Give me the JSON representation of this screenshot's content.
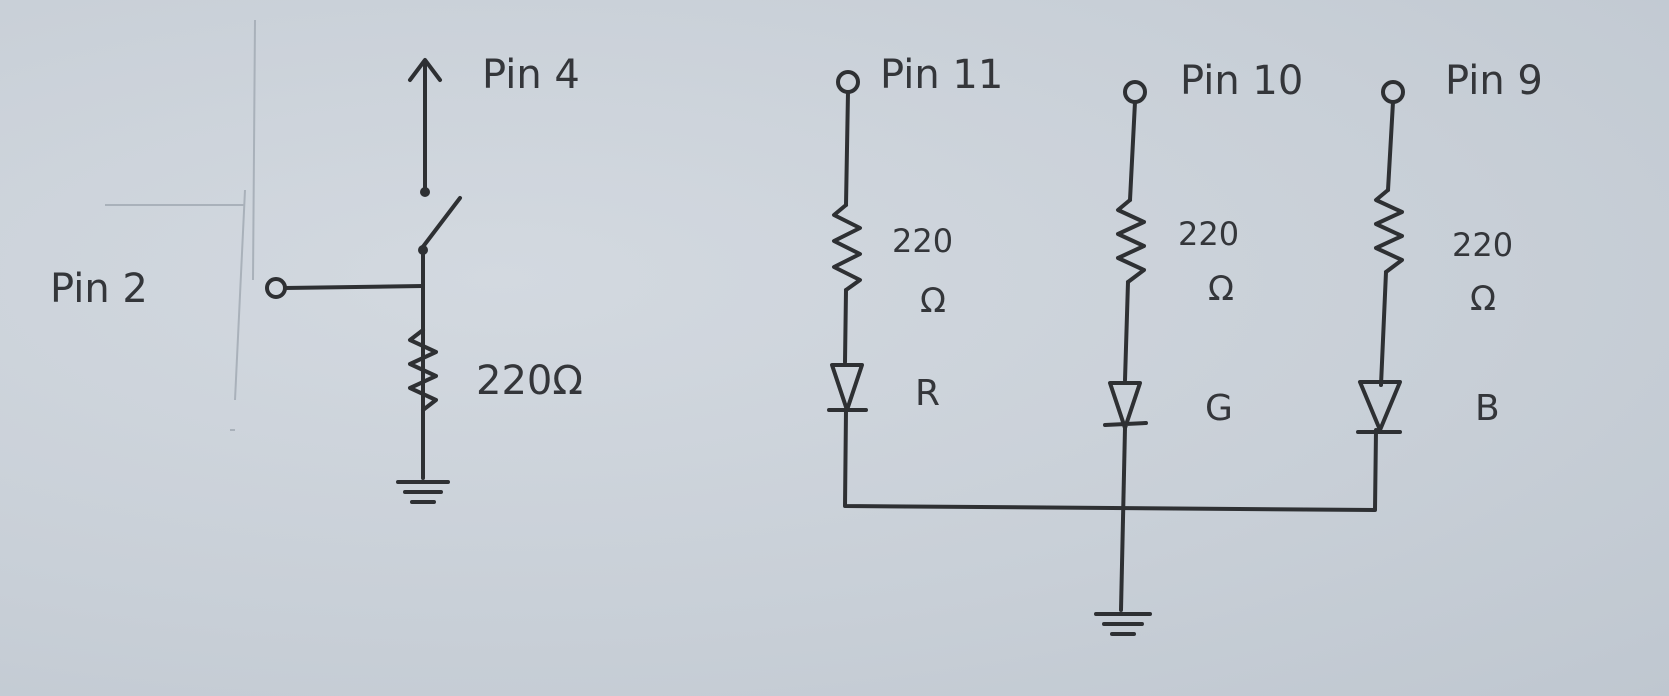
{
  "diagram": {
    "type": "hand-drawn circuit schematic",
    "left_circuit": {
      "top_label": "Pin 4",
      "input_label": "Pin 2",
      "resistor_label": "220Ω",
      "components": [
        "arrow to Pin 4",
        "push-button switch",
        "Pin 2 terminal",
        "220Ω pull-down resistor",
        "ground"
      ]
    },
    "right_circuit": {
      "branches": [
        {
          "pin_label": "Pin 11",
          "resistor_value": "220",
          "resistor_unit": "Ω",
          "led_label": "R"
        },
        {
          "pin_label": "Pin 10",
          "resistor_value": "220",
          "resistor_unit": "Ω",
          "led_label": "G"
        },
        {
          "pin_label": "Pin 9",
          "resistor_value": "220",
          "resistor_unit": "Ω",
          "led_label": "B"
        }
      ],
      "common": "ground"
    }
  }
}
